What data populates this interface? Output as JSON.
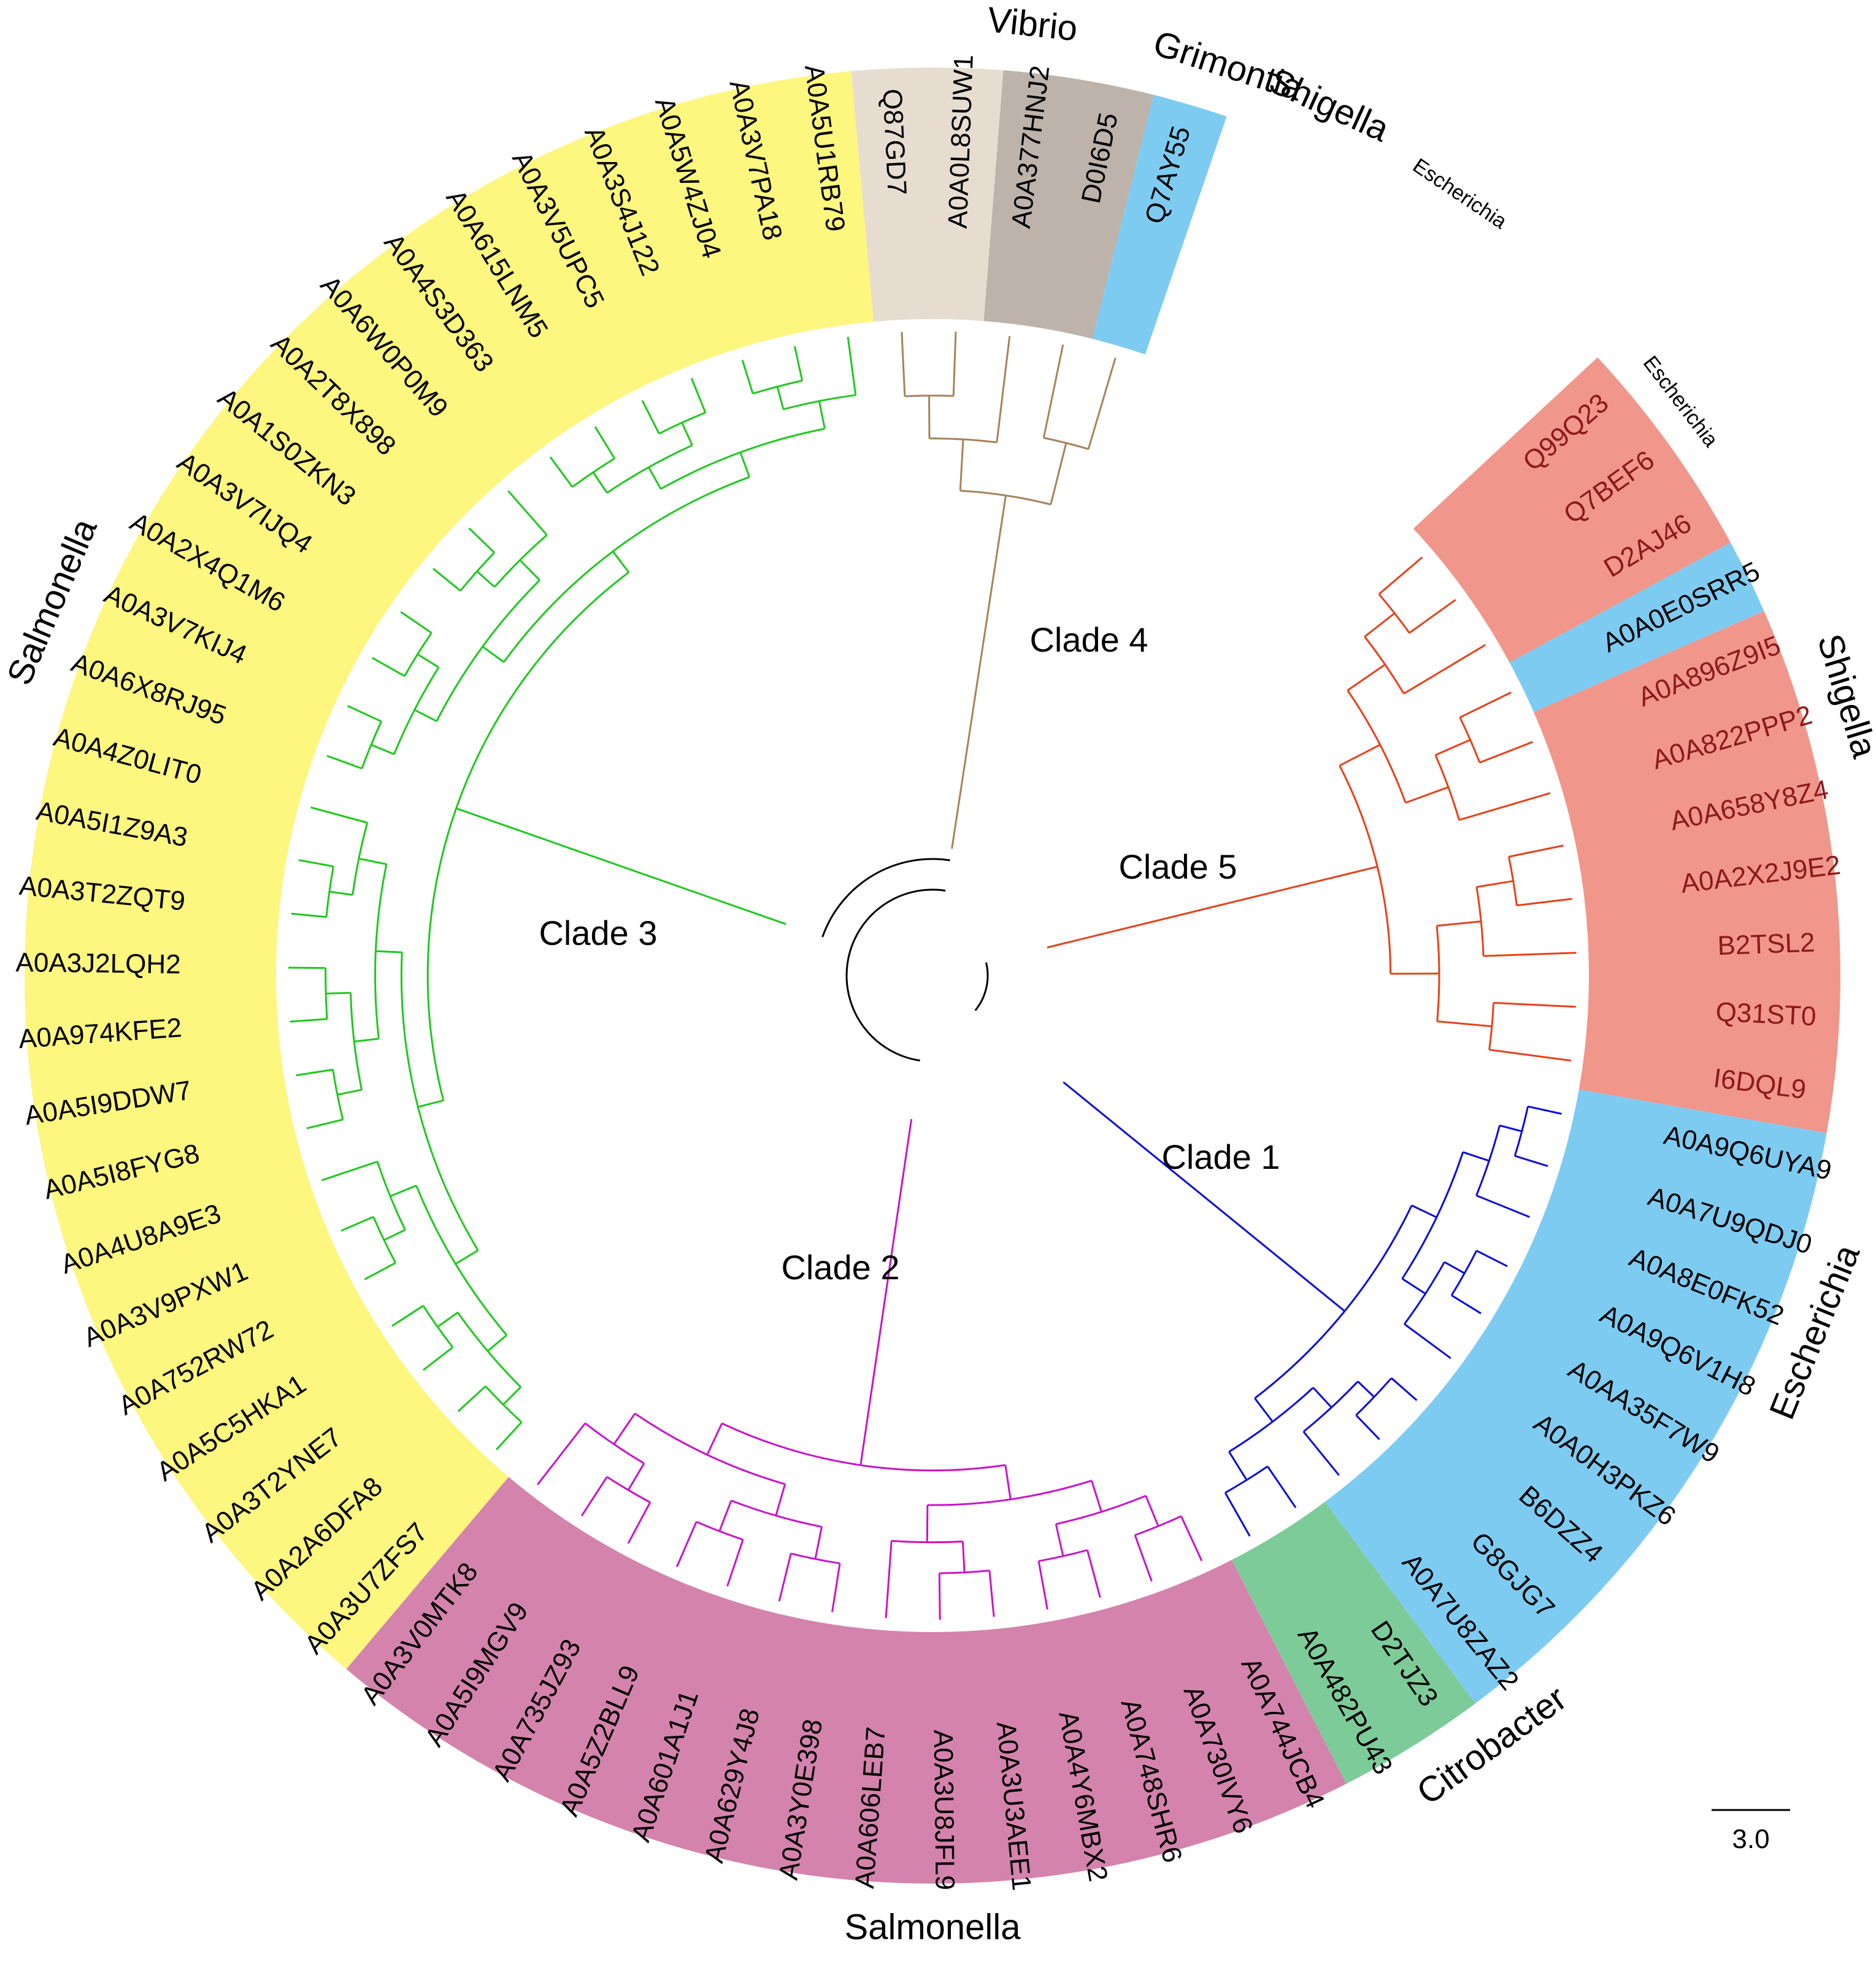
{
  "clades": [
    {
      "id": "clade1",
      "label": "Clade 1",
      "color": "#0a0adc",
      "genus_labels": [
        "Escherichia"
      ]
    },
    {
      "id": "clade2",
      "label": "Clade 2",
      "color": "#c814c8",
      "genus_labels": [
        "Salmonella"
      ]
    },
    {
      "id": "clade3",
      "label": "Clade 3",
      "color": "#1ec81e",
      "genus_labels": [
        "Salmonella"
      ]
    },
    {
      "id": "clade4",
      "label": "Clade 4",
      "color": "#a8825a",
      "genus_labels": [
        "Vibrio",
        "Grimontia"
      ]
    },
    {
      "id": "clade5",
      "label": "Clade 5",
      "color": "#e8401a",
      "genus_labels": [
        "Shigella",
        "Shigella"
      ]
    }
  ],
  "band_colors": {
    "Escherichia": "#7ecbf2",
    "Shigella": "#f0968a",
    "Salmonella_yellow": "#fdf67f",
    "Salmonella_pink": "#d483ad",
    "Citrobacter": "#7ecb9a",
    "Vibrio": "#e6ddd0",
    "Grimontia": "#bdb3ab"
  },
  "genera": [
    {
      "id": "g-shigella-1",
      "label": "Shigella",
      "small": false
    },
    {
      "id": "g-escherichia-2",
      "label": "Escherichia",
      "small": true
    },
    {
      "id": "g-shigella-2",
      "label": "Shigella",
      "small": false
    },
    {
      "id": "g-escherichia-1",
      "label": "Escherichia",
      "small": false
    },
    {
      "id": "g-citrobacter",
      "label": "Citrobacter",
      "small": false
    },
    {
      "id": "g-salmonella-2",
      "label": "Salmonella",
      "small": false
    },
    {
      "id": "g-salmonella-1",
      "label": "Salmonella",
      "small": false
    },
    {
      "id": "g-vibrio",
      "label": "Vibrio",
      "small": false
    },
    {
      "id": "g-grimontia",
      "label": "Grimontia",
      "small": false
    },
    {
      "id": "g-escherichia-3",
      "label": "Escherichia",
      "small": true
    }
  ],
  "leaves": [
    {
      "id": "Q99Q23",
      "band": "Shigella",
      "clade": "clade5",
      "text_color": "#8b1a1a"
    },
    {
      "id": "Q7BEF6",
      "band": "Shigella",
      "clade": "clade5",
      "text_color": "#8b1a1a"
    },
    {
      "id": "D2AJ46",
      "band": "Shigella",
      "clade": "clade5",
      "text_color": "#8b1a1a"
    },
    {
      "id": "A0A0E0SRR5",
      "band": "Escherichia",
      "clade": "clade5",
      "text_color": "#000000"
    },
    {
      "id": "A0A896Z9I5",
      "band": "Shigella",
      "clade": "clade5",
      "text_color": "#8b1a1a"
    },
    {
      "id": "A0A822PPP2",
      "band": "Shigella",
      "clade": "clade5",
      "text_color": "#8b1a1a"
    },
    {
      "id": "A0A658Y8Z4",
      "band": "Shigella",
      "clade": "clade5",
      "text_color": "#8b1a1a"
    },
    {
      "id": "A0A2X2J9E2",
      "band": "Shigella",
      "clade": "clade5",
      "text_color": "#8b1a1a"
    },
    {
      "id": "B2TSL2",
      "band": "Shigella",
      "clade": "clade5",
      "text_color": "#8b1a1a"
    },
    {
      "id": "Q31ST0",
      "band": "Shigella",
      "clade": "clade5",
      "text_color": "#8b1a1a"
    },
    {
      "id": "I6DQL9",
      "band": "Shigella",
      "clade": "clade5",
      "text_color": "#8b1a1a"
    },
    {
      "id": "A0A9Q6UYA9",
      "band": "Escherichia",
      "clade": "clade1",
      "text_color": "#000000"
    },
    {
      "id": "A0A7U9QDJ0",
      "band": "Escherichia",
      "clade": "clade1",
      "text_color": "#000000"
    },
    {
      "id": "A0A8E0FK52",
      "band": "Escherichia",
      "clade": "clade1",
      "text_color": "#000000"
    },
    {
      "id": "A0A9Q6V1H8",
      "band": "Escherichia",
      "clade": "clade1",
      "text_color": "#000000"
    },
    {
      "id": "A0AA35F7W9",
      "band": "Escherichia",
      "clade": "clade1",
      "text_color": "#000000"
    },
    {
      "id": "A0A0H3PKZ6",
      "band": "Escherichia",
      "clade": "clade1",
      "text_color": "#000000"
    },
    {
      "id": "B6DZZ4",
      "band": "Escherichia",
      "clade": "clade1",
      "text_color": "#000000"
    },
    {
      "id": "G8GJG7",
      "band": "Escherichia",
      "clade": "clade1",
      "text_color": "#000000"
    },
    {
      "id": "A0A7U8ZAZ2",
      "band": "Escherichia",
      "clade": "clade1",
      "text_color": "#000000"
    },
    {
      "id": "D2TJZ3",
      "band": "Citrobacter",
      "clade": "clade1",
      "text_color": "#000000"
    },
    {
      "id": "A0A482PU43",
      "band": "Citrobacter",
      "clade": "clade1",
      "text_color": "#000000"
    },
    {
      "id": "A0A744JCB4",
      "band": "Salmonella_pink",
      "clade": "clade2",
      "text_color": "#000000"
    },
    {
      "id": "A0A730IVY6",
      "band": "Salmonella_pink",
      "clade": "clade2",
      "text_color": "#000000"
    },
    {
      "id": "A0A748SHR6",
      "band": "Salmonella_pink",
      "clade": "clade2",
      "text_color": "#000000"
    },
    {
      "id": "A0A4Y6MBX2",
      "band": "Salmonella_pink",
      "clade": "clade2",
      "text_color": "#000000"
    },
    {
      "id": "A0A3U3AEE1",
      "band": "Salmonella_pink",
      "clade": "clade2",
      "text_color": "#000000"
    },
    {
      "id": "A0A3U8JFL9",
      "band": "Salmonella_pink",
      "clade": "clade2",
      "text_color": "#000000"
    },
    {
      "id": "A0A606LEB7",
      "band": "Salmonella_pink",
      "clade": "clade2",
      "text_color": "#000000"
    },
    {
      "id": "A0A3Y0E398",
      "band": "Salmonella_pink",
      "clade": "clade2",
      "text_color": "#000000"
    },
    {
      "id": "A0A629Y4J8",
      "band": "Salmonella_pink",
      "clade": "clade2",
      "text_color": "#000000"
    },
    {
      "id": "A0A601A1J1",
      "band": "Salmonella_pink",
      "clade": "clade2",
      "text_color": "#000000"
    },
    {
      "id": "A0A5Z2BLL9",
      "band": "Salmonella_pink",
      "clade": "clade2",
      "text_color": "#000000"
    },
    {
      "id": "A0A735JZ93",
      "band": "Salmonella_pink",
      "clade": "clade2",
      "text_color": "#000000"
    },
    {
      "id": "A0A5I9MGV9",
      "band": "Salmonella_pink",
      "clade": "clade2",
      "text_color": "#000000"
    },
    {
      "id": "A0A3V0MTK8",
      "band": "Salmonella_pink",
      "clade": "clade2",
      "text_color": "#000000"
    },
    {
      "id": "A0A3U7ZFS7",
      "band": "Salmonella_yellow",
      "clade": "clade3",
      "text_color": "#000000"
    },
    {
      "id": "A0A2A6DFA8",
      "band": "Salmonella_yellow",
      "clade": "clade3",
      "text_color": "#000000"
    },
    {
      "id": "A0A3T2YNE7",
      "band": "Salmonella_yellow",
      "clade": "clade3",
      "text_color": "#000000"
    },
    {
      "id": "A0A5C5HKA1",
      "band": "Salmonella_yellow",
      "clade": "clade3",
      "text_color": "#000000"
    },
    {
      "id": "A0A752RW72",
      "band": "Salmonella_yellow",
      "clade": "clade3",
      "text_color": "#000000"
    },
    {
      "id": "A0A3V9PXW1",
      "band": "Salmonella_yellow",
      "clade": "clade3",
      "text_color": "#000000"
    },
    {
      "id": "A0A4U8A9E3",
      "band": "Salmonella_yellow",
      "clade": "clade3",
      "text_color": "#000000"
    },
    {
      "id": "A0A5I8FYG8",
      "band": "Salmonella_yellow",
      "clade": "clade3",
      "text_color": "#000000"
    },
    {
      "id": "A0A5I9DDW7",
      "band": "Salmonella_yellow",
      "clade": "clade3",
      "text_color": "#000000"
    },
    {
      "id": "A0A974KFE2",
      "band": "Salmonella_yellow",
      "clade": "clade3",
      "text_color": "#000000"
    },
    {
      "id": "A0A3J2LQH2",
      "band": "Salmonella_yellow",
      "clade": "clade3",
      "text_color": "#000000"
    },
    {
      "id": "A0A3T2ZQT9",
      "band": "Salmonella_yellow",
      "clade": "clade3",
      "text_color": "#000000"
    },
    {
      "id": "A0A5I1Z9A3",
      "band": "Salmonella_yellow",
      "clade": "clade3",
      "text_color": "#000000"
    },
    {
      "id": "A0A4Z0LIT0",
      "band": "Salmonella_yellow",
      "clade": "clade3",
      "text_color": "#000000"
    },
    {
      "id": "A0A6X8RJ95",
      "band": "Salmonella_yellow",
      "clade": "clade3",
      "text_color": "#000000"
    },
    {
      "id": "A0A3V7KIJ4",
      "band": "Salmonella_yellow",
      "clade": "clade3",
      "text_color": "#000000"
    },
    {
      "id": "A0A2X4Q1M6",
      "band": "Salmonella_yellow",
      "clade": "clade3",
      "text_color": "#000000"
    },
    {
      "id": "A0A3V7IJQ4",
      "band": "Salmonella_yellow",
      "clade": "clade3",
      "text_color": "#000000"
    },
    {
      "id": "A0A1S0ZKN3",
      "band": "Salmonella_yellow",
      "clade": "clade3",
      "text_color": "#000000"
    },
    {
      "id": "A0A2T8X898",
      "band": "Salmonella_yellow",
      "clade": "clade3",
      "text_color": "#000000"
    },
    {
      "id": "A0A6W0P0M9",
      "band": "Salmonella_yellow",
      "clade": "clade3",
      "text_color": "#000000"
    },
    {
      "id": "A0A4S3D363",
      "band": "Salmonella_yellow",
      "clade": "clade3",
      "text_color": "#000000"
    },
    {
      "id": "A0A615LNM5",
      "band": "Salmonella_yellow",
      "clade": "clade3",
      "text_color": "#000000"
    },
    {
      "id": "A0A3V5UPC5",
      "band": "Salmonella_yellow",
      "clade": "clade3",
      "text_color": "#000000"
    },
    {
      "id": "A0A3S4J122",
      "band": "Salmonella_yellow",
      "clade": "clade3",
      "text_color": "#000000"
    },
    {
      "id": "A0A5W4ZJ04",
      "band": "Salmonella_yellow",
      "clade": "clade3",
      "text_color": "#000000"
    },
    {
      "id": "A0A3V7PA18",
      "band": "Salmonella_yellow",
      "clade": "clade3",
      "text_color": "#000000"
    },
    {
      "id": "A0A5U1RB79",
      "band": "Salmonella_yellow",
      "clade": "clade3",
      "text_color": "#000000"
    },
    {
      "id": "Q87GD7",
      "band": "Vibrio",
      "clade": "clade4",
      "text_color": "#000000"
    },
    {
      "id": "A0A0L8SUW1",
      "band": "Vibrio",
      "clade": "clade4",
      "text_color": "#000000"
    },
    {
      "id": "A0A377HNJ2",
      "band": "Grimontia",
      "clade": "clade4",
      "text_color": "#000000"
    },
    {
      "id": "D0I6D5",
      "band": "Grimontia",
      "clade": "clade4",
      "text_color": "#000000"
    },
    {
      "id": "Q7AY55",
      "band": "Escherichia",
      "clade": "clade4",
      "text_color": "#000000"
    }
  ],
  "scale_bar": {
    "label": "3.0"
  }
}
